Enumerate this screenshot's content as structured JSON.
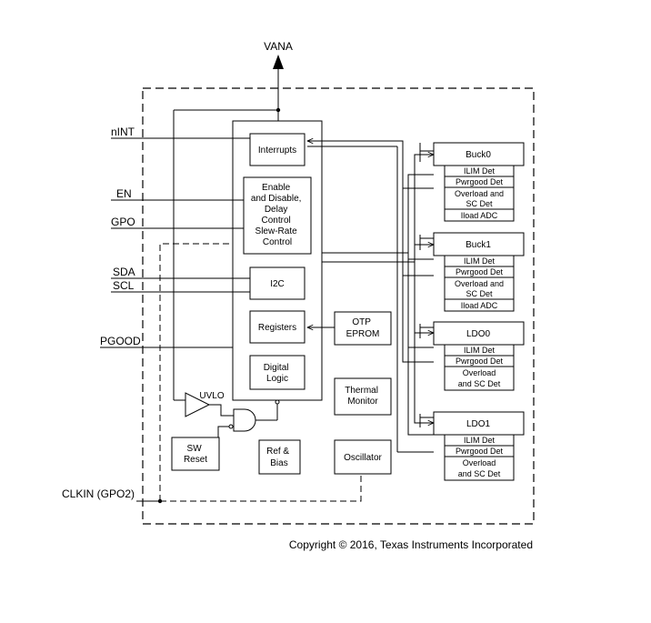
{
  "pins": {
    "vana": "VANA",
    "nint": "nINT",
    "en": "EN",
    "gpo": "GPO",
    "sda": "SDA",
    "scl": "SCL",
    "pgood": "PGOOD",
    "clkin": "CLKIN (GPO2)"
  },
  "blocks": {
    "interrupts": "Interrupts",
    "enable_lines": [
      "Enable",
      "and Disable,",
      "Delay",
      "Control",
      "Slew-Rate",
      "Control"
    ],
    "i2c": "I2C",
    "registers": "Registers",
    "otp_lines": [
      "OTP",
      "EPROM"
    ],
    "digital_logic_lines": [
      "Digital",
      "Logic"
    ],
    "thermal_lines": [
      "Thermal",
      "Monitor"
    ],
    "uvlo": "UVLO",
    "sw_reset_lines": [
      "SW",
      "Reset"
    ],
    "ref_bias_lines": [
      "Ref &",
      "Bias"
    ],
    "oscillator": "Oscillator"
  },
  "regulators": {
    "buck0": {
      "name": "Buck0",
      "rows": [
        "ILIM Det",
        "Pwrgood Det",
        "Overload and",
        "SC Det",
        "Iload ADC"
      ]
    },
    "buck1": {
      "name": "Buck1",
      "rows": [
        "ILIM Det",
        "Pwrgood Det",
        "Overload and",
        "SC Det",
        "Iload ADC"
      ]
    },
    "ldo0": {
      "name": "LDO0",
      "rows": [
        "ILIM Det",
        "Pwrgood Det",
        "Overload",
        "and SC Det"
      ]
    },
    "ldo1": {
      "name": "LDO1",
      "rows": [
        "ILIM Det",
        "Pwrgood Det",
        "Overload",
        "and SC Det"
      ]
    }
  },
  "copyright": "Copyright © 2016, Texas Instruments Incorporated"
}
